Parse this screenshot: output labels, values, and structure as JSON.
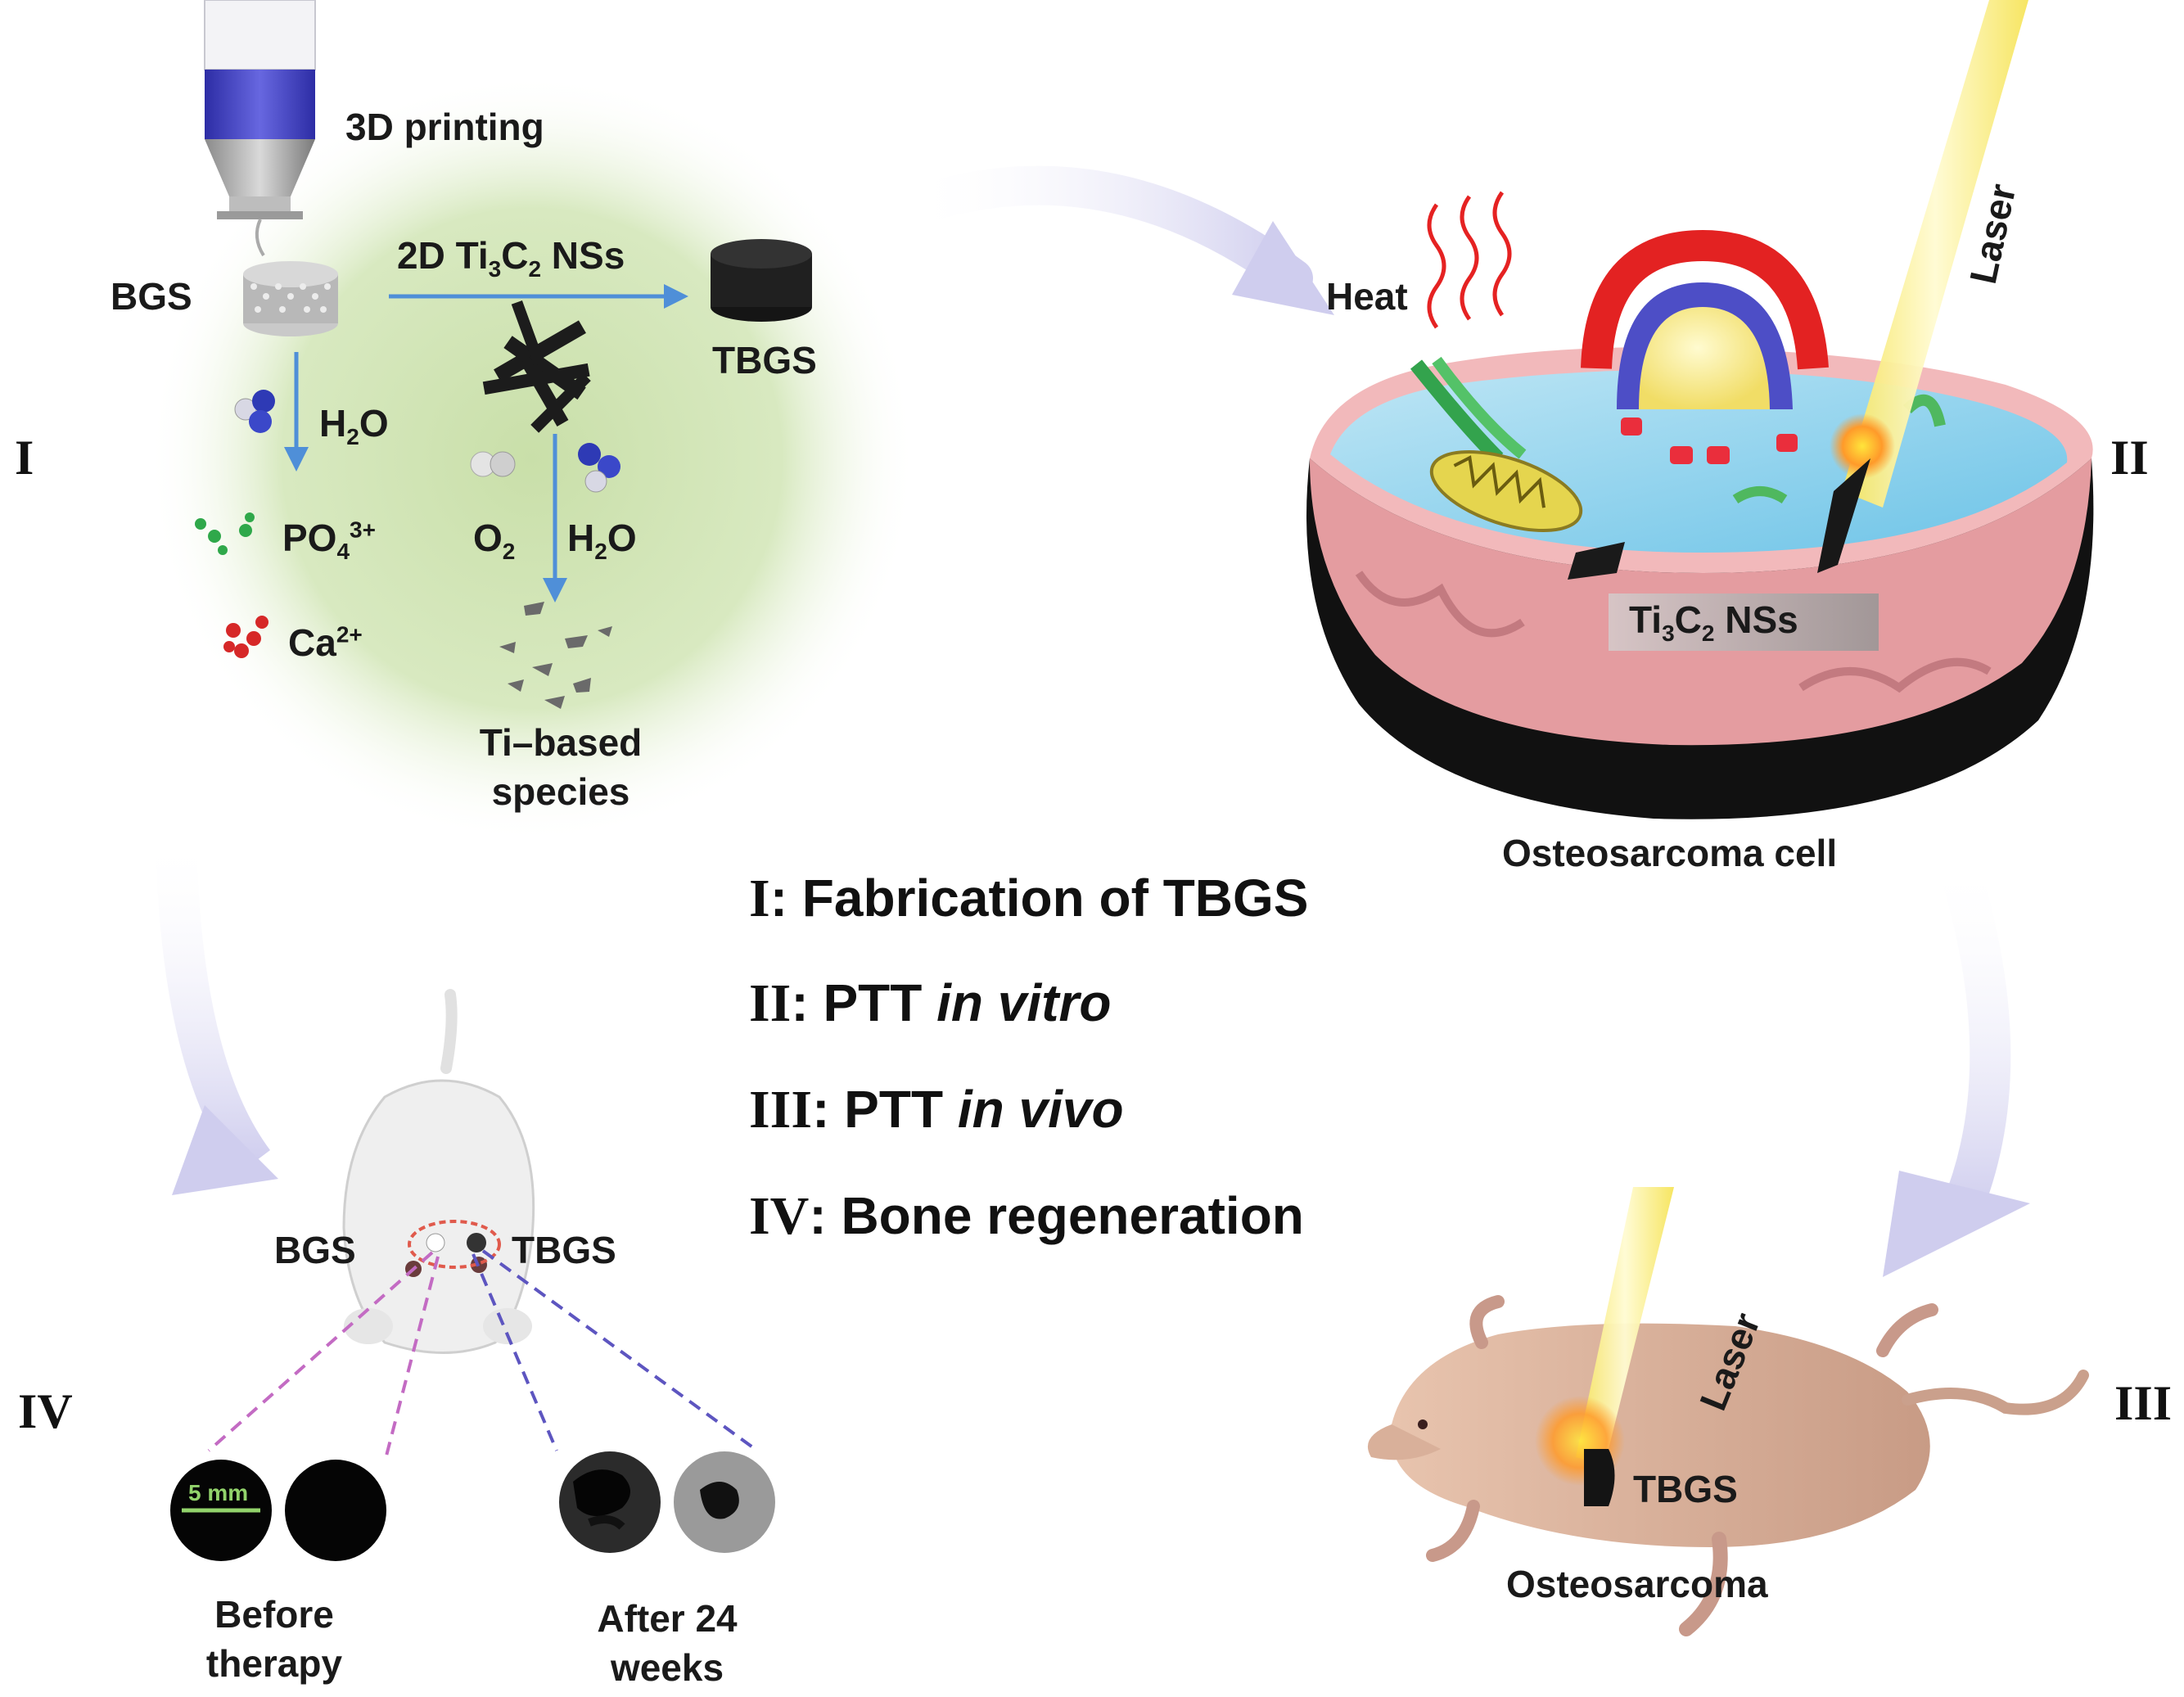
{
  "panel_labels": {
    "I": "I",
    "II": "II",
    "III": "III",
    "IV": "IV"
  },
  "fabrication": {
    "printing": "3D printing",
    "bgs": "BGS",
    "ti_sheets_prefix": "2D Ti",
    "ti_sheets_sub1": "3",
    "ti_sheets_mid": "C",
    "ti_sheets_sub2": "2",
    "ti_sheets_suffix": " NSs",
    "tbgs": "TBGS",
    "water_left": "H",
    "water_left_sub": "2",
    "water_left_end": "O",
    "phosphate": "PO",
    "phosphate_sub": "4",
    "phosphate_sup": "3+",
    "calcium": "Ca",
    "calcium_sup": "2+",
    "oxygen": "O",
    "oxygen_sub": "2",
    "water_right": "H",
    "water_right_sub": "2",
    "water_right_end": "O",
    "ti_species_line1": "Ti–based",
    "ti_species_line2": "species"
  },
  "cell": {
    "heat": "Heat",
    "laser": "Laser",
    "ti_label_prefix": "Ti",
    "ti_label_sub1": "3",
    "ti_label_mid": "C",
    "ti_label_sub2": "2",
    "ti_label_suffix": " NSs",
    "caption": "Osteosarcoma cell"
  },
  "legend": {
    "row1_num": "I",
    "row1_text": ": Fabrication of TBGS",
    "row2_num": "II",
    "row2_text": ": PTT ",
    "row2_italic": "in vitro",
    "row3_num": "III",
    "row3_text": ": PTT ",
    "row3_italic": "in vivo",
    "row4_num": "IV",
    "row4_text": ": Bone regeneration"
  },
  "regeneration": {
    "bgs": "BGS",
    "tbgs": "TBGS",
    "scale": "5 mm",
    "before_line1": "Before",
    "before_line2": "therapy",
    "after_line1": "After 24",
    "after_line2": "weeks"
  },
  "in_vivo": {
    "laser": "Laser",
    "tbgs": "TBGS",
    "tumor": "Osteosarcoma"
  },
  "colors": {
    "green_glow": "#c9dfa9",
    "arrow_blue": "#4f8fd8",
    "nozzle_blue": "#4848c8",
    "cell_pink": "#e8a3a6",
    "laser_yellow": "#fff38a",
    "heat_red": "#e52222",
    "flow_arrow": "#d5d3ee"
  }
}
